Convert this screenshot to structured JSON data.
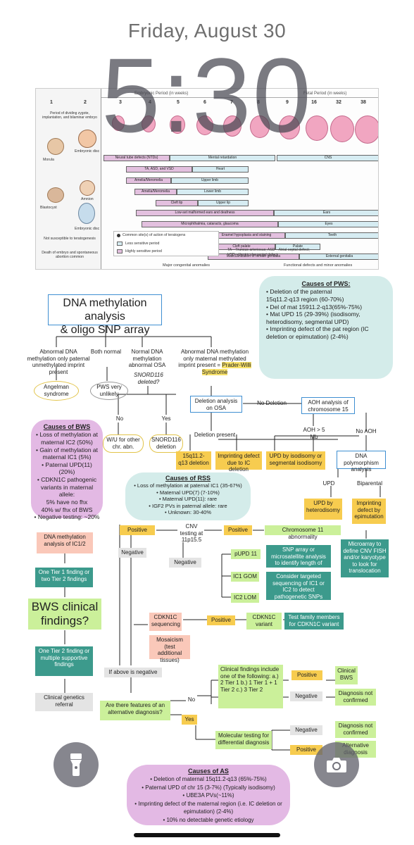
{
  "lock": {
    "date": "Friday, August 30",
    "time": "5:30"
  },
  "embryo": {
    "weeks": [
      "1",
      "2",
      "3",
      "4",
      "5",
      "6",
      "7",
      "8",
      "9",
      "16",
      "32",
      "38"
    ],
    "header_embryonic": "Embryonic Period (in weeks)",
    "header_fetal": "Fetal Period (in weeks)",
    "left_top": "Period of dividing zygote, implantation, and bilaminar embryo",
    "left_labels": [
      "Morula",
      "Blastocyst",
      "Embryonic disc",
      "Amnion",
      "Embryonic disc"
    ],
    "left_bottom1": "Not susceptible to teratogenesis",
    "left_bottom2": "Death of embryo and spontaneous abortion common",
    "bars": [
      "Neural tube defects (NTDs)",
      "Mental retardation",
      "CNS",
      "TA, ASD, and VSD",
      "Heart",
      "Amelia/Meromelia",
      "Upper limb",
      "Amelia/Meromelia",
      "Lower limb",
      "Cleft lip",
      "Upper lip",
      "Low-set malformed ears and deafness",
      "Ears",
      "Microphthalmia, cataracts, glaucoma",
      "Eyes",
      "Enamel hypoplasia and staining",
      "Teeth",
      "Cleft palate",
      "Palate",
      "Masculinization of female genitalia",
      "External genitalia"
    ],
    "legend": [
      "Common site(s) of action of teratogens",
      "Less sensitive period",
      "Highly sensitive period"
    ],
    "abbrev1": "TA—Truncus arteriosus; ASD—Atrial septal defect;",
    "abbrev2": "VSD—Ventricular septal defect",
    "bottom_major": "Major congenital anomalies",
    "bottom_minor": "Functional defects and minor anomalies"
  },
  "title": {
    "line1": "DNA methylation analysis",
    "line2": "& oligo SNP array"
  },
  "pws": {
    "title": "Causes of PWS:",
    "items": [
      "• Deletion of the paternal",
      "15q11.2-q13 region (60-70%)",
      "• Del of mat 15911.2-q13(65%-75%)",
      "• Mat UPD 15 (29-39%) (isodisomy,",
      "heterodisomy, segmental UPD)",
      "• Imprinting defect of the pat region (IC",
      "deletion or epimutation) (2-4%)"
    ]
  },
  "branches": {
    "b1": "Abnormal DNA methylation only paternal unmethylated imprint present",
    "b2": "Both normal",
    "b3": "Normal DNA methylation abnormal OSA",
    "b4": "Abnormal DNA methylation only maternal methylated imprint present =",
    "b4_hl": "Prader-Willi Syndrome",
    "angelman": "Angelman syndrome",
    "pws_unlikely": "PWS very unlikely",
    "snord": "SNORD116 deleted?",
    "no": "No",
    "yes": "Yes",
    "wu": "W/U for other chr. abn.",
    "snord_del": "SNORD116 deletion",
    "del_analysis": "Deletion analysis on OSA",
    "no_deletion": "No Deletion",
    "aoh": "AOH analysis of chromosome 15",
    "del_present": "Deletion present",
    "aoh5": "AOH > 5 Mb",
    "no_aoh": "No AOH",
    "q13del": "15q11.2-q13 deletion",
    "imprint_del": "Imprinting defect due to IC deletion",
    "upd_iso": "UPD by isodisomy or segmental isodisomy",
    "dna_poly": "DNA polymorphism analysis",
    "upd": "UPD",
    "biparental": "Biparental",
    "upd_hetero": "UPD by heterodisomy",
    "imprint_epi": "Imprinting defect by epimutation"
  },
  "bws": {
    "title": "Causes of BWS",
    "items": [
      "• Loss of methylation at",
      "maternal IC2 (50%)",
      "• Gain of methylation at",
      "maternal IC1 (5%)",
      "• Paternal UPD(11) (20%)",
      "• CDKN1C pathogenic",
      "variants in maternal",
      "allele:",
      "5% have no fhx",
      "40% w/ fhx of BWS",
      "• Negative testing: ~20%"
    ]
  },
  "rss": {
    "title": "Causes of RSS",
    "items": [
      "• Loss of methylation at paternal IC1 (35-67%)",
      "• Maternal UPD(7) (7-10%)",
      "• Maternal UPD(11): rare",
      "• IGF2 PVs in paternal allele: rare",
      "• Unknown: 30-40%"
    ]
  },
  "flow": {
    "dna_meth": "DNA methylation analysis of IC1/2",
    "positive": "Positive",
    "negative": "Negative",
    "cnv": "CNV testing at 11p15.5",
    "chr11": "Chromosome 11 abnormality",
    "microarray": "Microarray to define CNV FISH and/or karyotype to look for translocation",
    "pupd": "pUPD 11",
    "snp": "SNP array or microsatellite analysis to identify length of pUPD region",
    "ic1gom": "IC1 GOM",
    "ic2lom": "IC2 LOM",
    "targeted": "Consider targeted sequencing of IC1 or IC2 to detect pathogenetic SNPs and/or small CNVs",
    "tier1": "One Tier 1 finding or two Tier 2 findings",
    "bws_clin": "BWS clinical findings?",
    "tier2": "One Tier 2 finding or multiple supportive findings",
    "referral": "Clinical genetics referral",
    "cdkn_seq": "CDKN1C sequencing",
    "cdkn_var": "CDKN1C variant",
    "family": "Test family members for CDKN1C variant",
    "mosaic": "Mosaicism (test additional tissues)",
    "if_neg": "If above is negative",
    "alt_dx": "Are there features of an alternative diagnosis?",
    "clin_list": "Clinical findings include one of the following: a.) 2 Tier 1 b.) 1 Tier 1 + 1 Tier 2 c.) 3 Tier 2",
    "clin_bws": "Clinical BWS",
    "dx_not": "Diagnosis not confirmed",
    "mol": "Molecular testing for differential diagnosis",
    "hidden": "Alternative diagnosis"
  },
  "as": {
    "title": "Causes of AS",
    "items": [
      "• Deletion of maternal 15q11.2-q13 (65%-75%)",
      "• Paternal UPD of chr 15 (3-7%) (Typically isodisomy)",
      "• UBE3A PVs(~11%)",
      "• Imprinting defect of the maternal region (i.e. IC deletion or",
      "epimutation) (2-4%)",
      "• 10% no detectable genetic etiology"
    ]
  }
}
